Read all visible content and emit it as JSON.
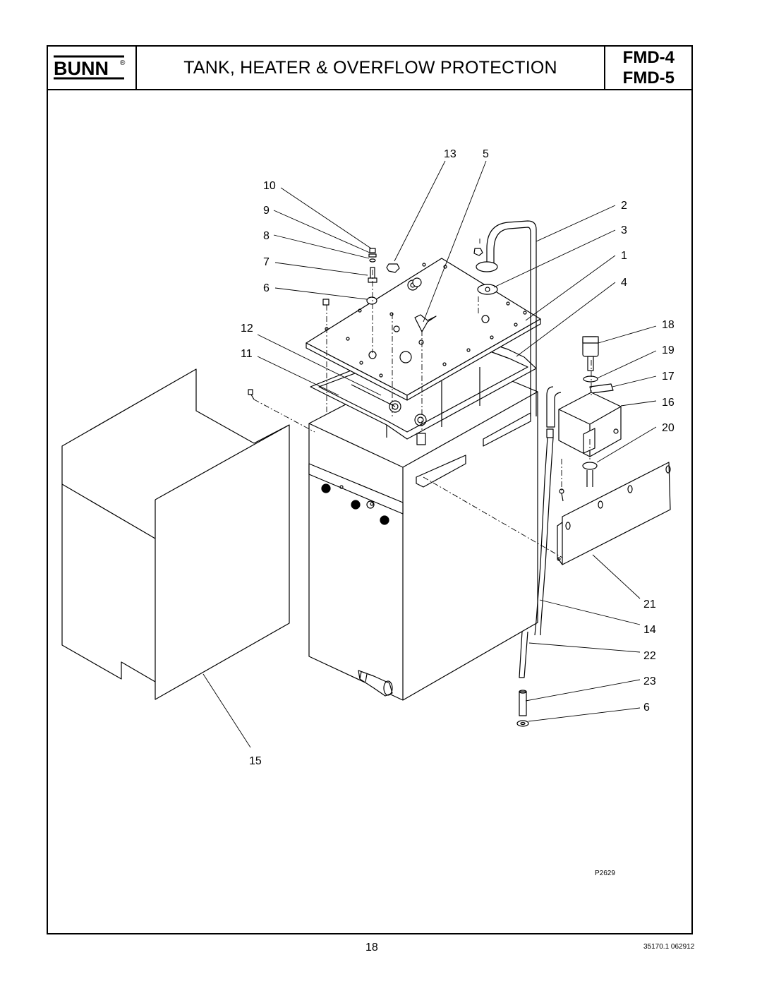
{
  "header": {
    "brand": "BUNN",
    "brand_mark": "®",
    "title": "TANK, HEATER & OVERFLOW PROTECTION",
    "models": [
      "FMD-4",
      "FMD-5"
    ]
  },
  "drawing": {
    "callouts": {
      "c13": "13",
      "c5": "5",
      "c10": "10",
      "c9": "9",
      "c8": "8",
      "c7": "7",
      "c6a": "6",
      "c12": "12",
      "c11": "11",
      "c2": "2",
      "c3": "3",
      "c1": "1",
      "c4": "4",
      "c18": "18",
      "c19": "19",
      "c17": "17",
      "c16": "16",
      "c20": "20",
      "c21": "21",
      "c14": "14",
      "c22": "22",
      "c23": "23",
      "c6b": "6",
      "c15": "15"
    },
    "figure_code": "P2629"
  },
  "footer": {
    "page_number": "18",
    "document_code": "35170.1 062912"
  }
}
